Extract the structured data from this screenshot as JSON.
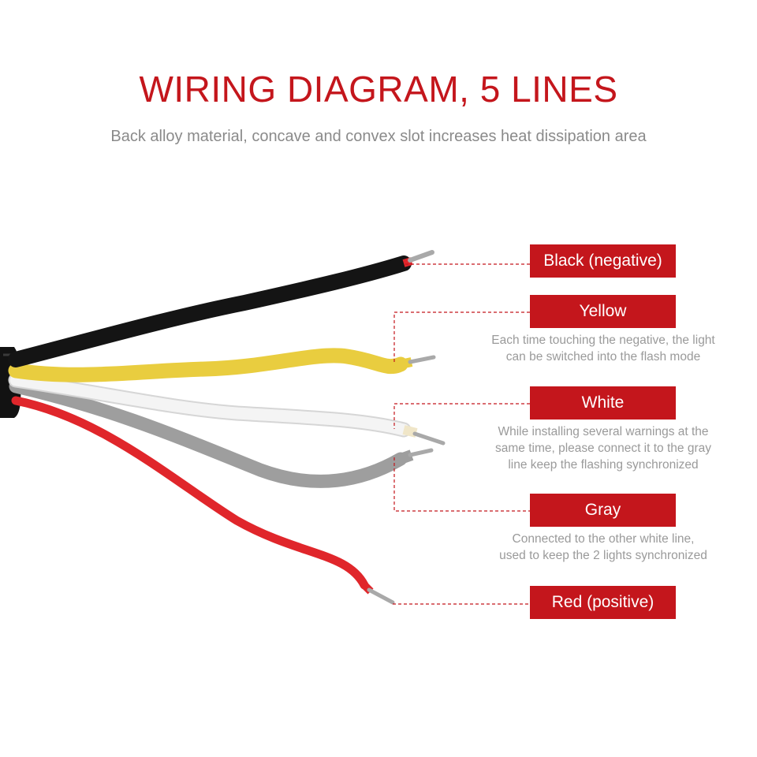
{
  "title": "WIRING DIAGRAM, 5 LINES",
  "subtitle": "Back alloy material, concave and convex slot increases heat dissipation area",
  "colors": {
    "accent": "#c4161c",
    "wire_black": "#141414",
    "wire_yellow": "#e9cd3f",
    "wire_white": "#f4f4f4",
    "wire_gray": "#9e9e9e",
    "wire_red": "#e0262b"
  },
  "wires": [
    {
      "label": "Black (negative)",
      "description": ""
    },
    {
      "label": "Yellow",
      "description_lines": [
        "Each time touching the negative, the light",
        "can be switched into the flash mode"
      ]
    },
    {
      "label": "White",
      "description_lines": [
        "While installing several warnings at the",
        "same time, please connect it to the gray",
        "line keep the flashing synchronized"
      ]
    },
    {
      "label": "Gray",
      "description_lines": [
        "Connected to the other white line,",
        "used to keep the 2 lights synchronized"
      ]
    },
    {
      "label": "Red (positive)",
      "description": ""
    }
  ]
}
